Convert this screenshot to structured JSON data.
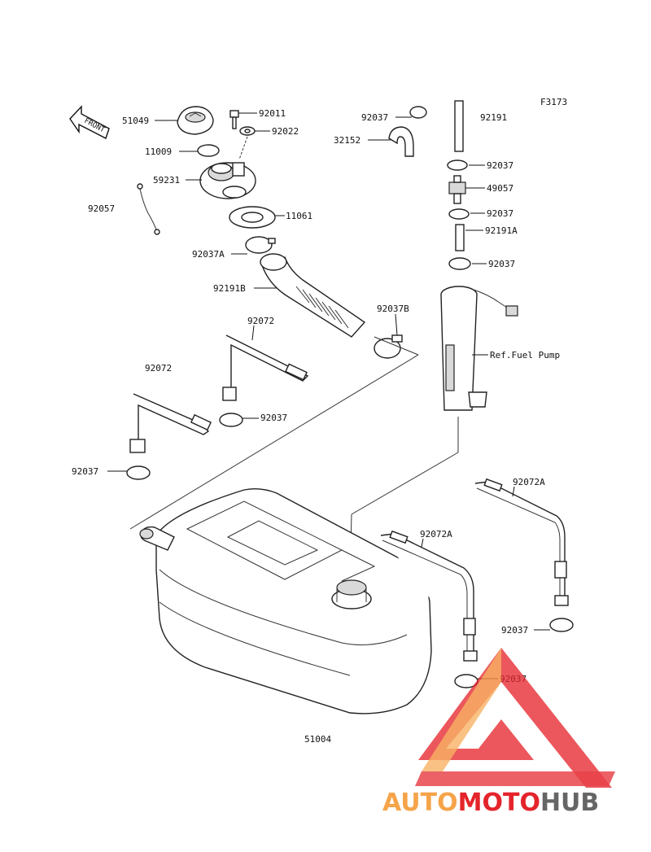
{
  "figure_code": "F3173",
  "front_label": "FRONT",
  "labels": {
    "fuel_cap": "51049",
    "bolt": "92011",
    "washer": "92022",
    "oring_11009": "11009",
    "filler_neck": "59231",
    "ground_wire": "92057",
    "gasket": "11061",
    "clamp_top_a": "92037A",
    "filler_hose": "92191B",
    "clamp_b": "92037B",
    "band_upper": "92072",
    "band_left": "92072",
    "clamp_band": "92037",
    "clamp_left": "92037",
    "clamp_vent_top": "92037",
    "vent_hose_bend": "32152",
    "vent_pipe": "92191",
    "clamp_vent_1": "92037",
    "check_valve": "49057",
    "clamp_vent_2": "92037",
    "vent_hose_a": "92191A",
    "clamp_vent_3": "92037",
    "fuel_pump_ref": "Ref.Fuel Pump",
    "band_right_a1": "92072A",
    "band_right_a2": "92072A",
    "clamp_right_1": "92037",
    "clamp_right_2": "92037",
    "tank": "51004"
  },
  "watermark": {
    "part1": "AUTO",
    "part2": "MOTO",
    "part3": "HUB",
    "colors": {
      "orange": "#f6a44a",
      "red": "#e4242b",
      "gray": "#666666"
    }
  }
}
